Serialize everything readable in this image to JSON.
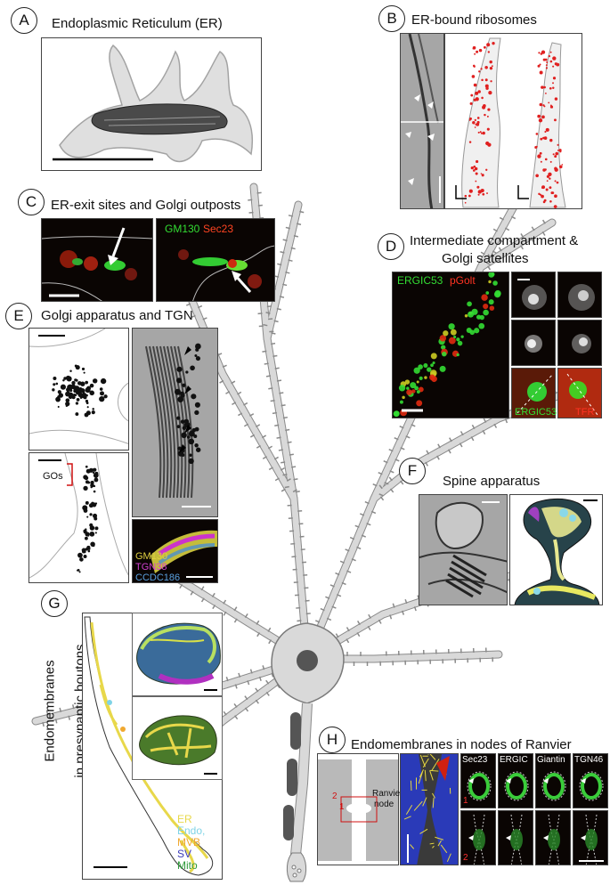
{
  "panels": {
    "A": {
      "letter": "A",
      "title": "Endoplasmic Reticulum (ER)"
    },
    "B": {
      "letter": "B",
      "title": "ER-bound ribosomes"
    },
    "C": {
      "letter": "C",
      "title": "ER-exit sites and Golgi outposts",
      "label_gm130": "GM130",
      "label_sec23": "Sec23"
    },
    "D": {
      "letter": "D",
      "title_line1": "Intermediate compartment &",
      "title_line2": "Golgi satellites",
      "label_ergic53": "ERGIC53",
      "label_pgolt": "pGolt",
      "label_ergic53_small": "ERGIC53",
      "label_tfr": "TFR"
    },
    "E": {
      "letter": "E",
      "title": "Golgi apparatus and TGN",
      "label_gos": "GOs",
      "label_gm130": "GM130",
      "label_tgn38": "TGN38",
      "label_ccdc186": "CCDC186"
    },
    "F": {
      "letter": "F",
      "title": "Spine apparatus"
    },
    "G": {
      "letter": "G",
      "title_line1": "Endomembranes",
      "title_line2": "in presynaptic boutons",
      "legend": [
        {
          "name": "ER",
          "color": "#e8d84a"
        },
        {
          "name": "Endo,",
          "color": "#7fd3e6"
        },
        {
          "name": "MVB",
          "color": "#f0a830"
        },
        {
          "name": "SV",
          "color": "#3a3ab8"
        },
        {
          "name": "Mito",
          "color": "#2e9a3a"
        }
      ]
    },
    "H": {
      "letter": "H",
      "title": "Endomembranes in nodes of  Ranvier",
      "label_ranvier_line1": "Ranvier",
      "label_ranvier_line2": "node",
      "label_1": "1",
      "label_2": "2",
      "columns": [
        "Sec23",
        "ERGIC",
        "Giantin",
        "TGN46"
      ],
      "row_labels": [
        "1",
        "2"
      ]
    }
  },
  "colors": {
    "neuron_fill": "#d9d9d9",
    "neuron_stroke": "#777777",
    "nucleus": "#555555",
    "er_green": "#33cc33",
    "er_red": "#e02020"
  }
}
